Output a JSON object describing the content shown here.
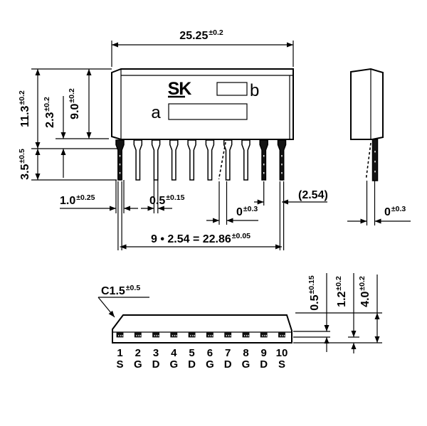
{
  "front_view": {
    "logo_text": "SK",
    "marking_a": "a",
    "marking_b": "b",
    "dim_width": {
      "value": "25.25",
      "tol": "±0.2"
    },
    "dim_total_height": {
      "value": "11.3",
      "tol": "±0.2"
    },
    "dim_body_height": {
      "value": "9.0",
      "tol": "±0.2"
    },
    "dim_shoulder": {
      "value": "2.3",
      "tol": "±0.2"
    },
    "dim_lead_length": {
      "value": "3.5",
      "tol": "±0.5"
    },
    "dim_lead_width_wide": {
      "value": "1.0",
      "tol": "±0.25"
    },
    "dim_lead_width_narrow": {
      "value": "0.5",
      "tol": "±0.15"
    },
    "dim_lead_bend": {
      "value": "0",
      "tol": "±0.3"
    },
    "dim_lead_pitch_ref": {
      "value": "(2.54)",
      "tol": ""
    },
    "dim_lead_span": {
      "value": "9 • 2.54 = 22.86",
      "tol": "±0.05"
    }
  },
  "side_view": {
    "dim_lead_bend": {
      "value": "0",
      "tol": "±0.3"
    }
  },
  "bottom_view": {
    "dim_chamfer": {
      "value": "C1.5",
      "tol": "±0.5"
    },
    "dim_lead_thickness": {
      "value": "0.5",
      "tol": "±0.15"
    },
    "dim_lead_offset": {
      "value": "1.2",
      "tol": "±0.2"
    },
    "dim_body_thickness": {
      "value": "4.0",
      "tol": "±0.2"
    },
    "pins": [
      {
        "number": "1",
        "label": "S"
      },
      {
        "number": "2",
        "label": "G"
      },
      {
        "number": "3",
        "label": "D"
      },
      {
        "number": "4",
        "label": "G"
      },
      {
        "number": "5",
        "label": "D"
      },
      {
        "number": "6",
        "label": "G"
      },
      {
        "number": "7",
        "label": "D"
      },
      {
        "number": "8",
        "label": "G"
      },
      {
        "number": "9",
        "label": "D"
      },
      {
        "number": "10",
        "label": "S"
      }
    ]
  },
  "colors": {
    "line": "#000000",
    "background": "#ffffff",
    "lead_fill": "#141414"
  }
}
